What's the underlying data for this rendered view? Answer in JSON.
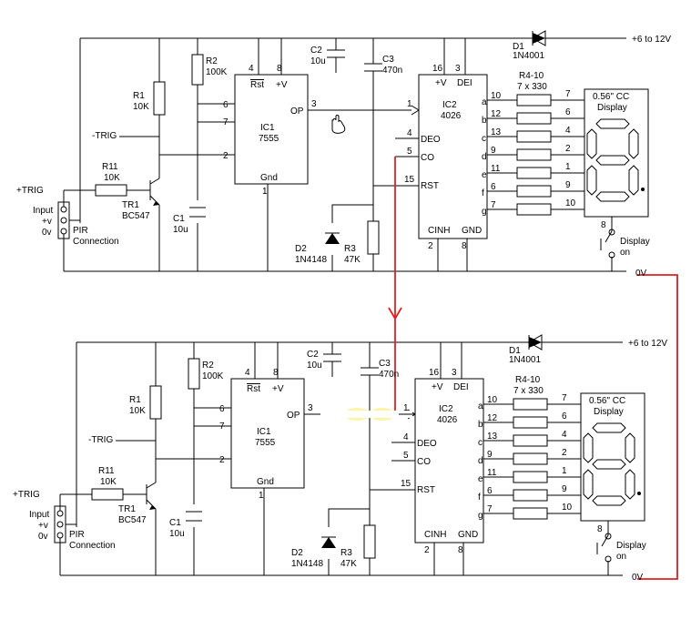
{
  "colors": {
    "wire": "#000000",
    "link": "#e02020",
    "hilite": "#fff3a8",
    "background": "#ffffff"
  },
  "common": {
    "supply": "+6 to 12V",
    "ground": "0V",
    "d1_ref": "D1",
    "d1_val": "1N4001",
    "c2_ref": "C2",
    "c2_val": "10u",
    "c3_ref": "C3",
    "c3_val": "470n",
    "r2_ref": "R2",
    "r2_val": "100K",
    "r1_ref": "R1",
    "r1_val": "10K",
    "r11_ref": "R11",
    "r11_val": "10K",
    "c1_ref": "C1",
    "c1_val": "10u",
    "tr1_ref": "TR1",
    "tr1_val": "BC547",
    "d2_ref": "D2",
    "d2_val": "1N4148",
    "r3_ref": "R3",
    "r3_val": "47K",
    "trig_neg": "-TRIG",
    "trig_pos": "+TRIG",
    "input_label": "Input",
    "plus_v": "+v",
    "zero_v": "0v",
    "pir_label": "PIR",
    "connection_label": "Connection",
    "ic1": {
      "ref": "IC1",
      "part": "7555",
      "rst": "Rst",
      "vplus": "+V",
      "op": "OP",
      "gnd": "Gnd",
      "p4": "4",
      "p8": "8",
      "p6": "6",
      "p7": "7",
      "p2": "2",
      "p3": "3",
      "p1": "1"
    },
    "ic2": {
      "ref": "IC2",
      "part": "4026",
      "vplus": "+V",
      "dei": "DEI",
      "deo": "DEO",
      "co": "CO",
      "rst": "RST",
      "cinh": "CINH",
      "gnd": "GND",
      "p16": "16",
      "p3": "3",
      "p1": "1",
      "p4": "4",
      "p5": "5",
      "p15": "15",
      "p2": "2",
      "p8": "8"
    },
    "resistor_array_ref": "R4-10",
    "resistor_array_val": "7 x 330",
    "ic2_seg_pins": [
      "10",
      "12",
      "13",
      "9",
      "11",
      "6",
      "7"
    ],
    "seg_letters": [
      "a",
      "b",
      "c",
      "d",
      "e",
      "f",
      "g"
    ],
    "display_pins": [
      "7",
      "6",
      "4",
      "2",
      "1",
      "9",
      "10"
    ],
    "display_title": "0.56\" CC",
    "display_label": "Display",
    "display_pin8": "8",
    "display_on_1": "Display",
    "display_on_2": "on"
  }
}
